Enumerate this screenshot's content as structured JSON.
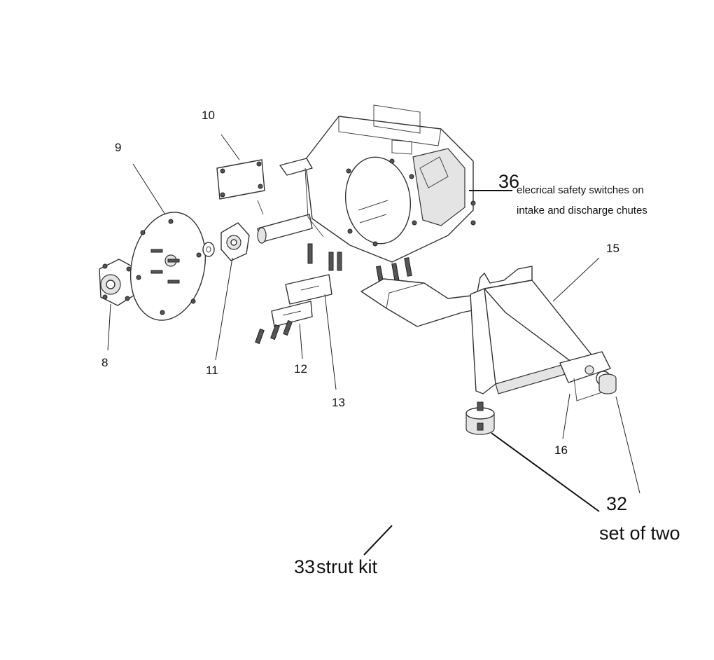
{
  "callouts": {
    "p8": "8",
    "p9": "9",
    "p10": "10",
    "p11": "11",
    "p12": "12",
    "p13": "13",
    "p15": "15",
    "p16": "16",
    "p32": "32",
    "p32_note": "set of two",
    "p33": "33",
    "p33_note": "strut kit",
    "p36": "36",
    "p36_note_line1": "elecrical safety switches on",
    "p36_note_line2": "intake and discharge chutes"
  }
}
